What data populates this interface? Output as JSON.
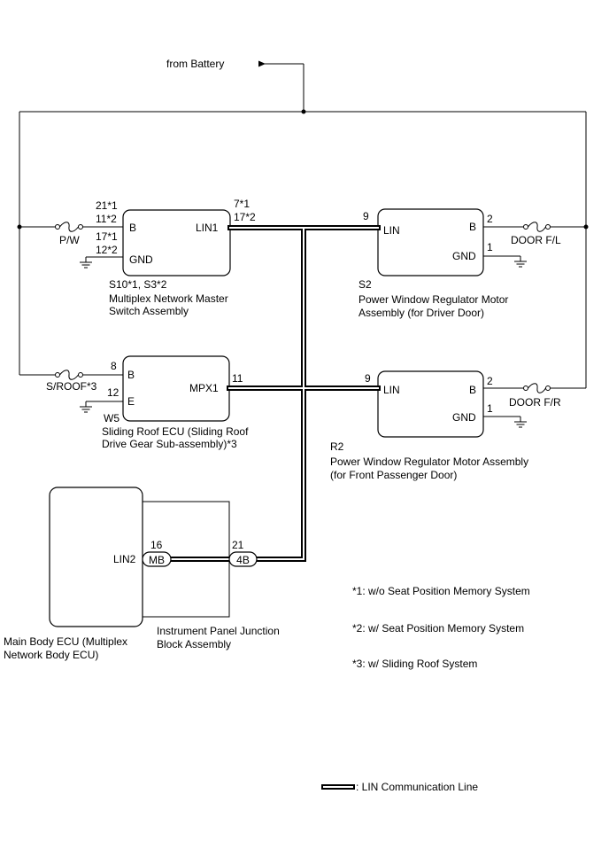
{
  "battery": {
    "label": "from Battery"
  },
  "master_switch": {
    "pin_b": "B",
    "pin_gnd": "GND",
    "pin_lin1": "LIN1",
    "b_pin_no_1": "21*1",
    "b_pin_no_2": "11*2",
    "gnd_pin_no_1": "17*1",
    "gnd_pin_no_2": "12*2",
    "lin_pin_no_1": "7*1",
    "lin_pin_no_2": "17*2",
    "fuse": "P/W",
    "code": "S10*1, S3*2",
    "name_line1": "Multiplex Network Master",
    "name_line2": "Switch Assembly"
  },
  "driver_motor": {
    "pin_lin": "LIN",
    "pin_b": "B",
    "pin_gnd": "GND",
    "lin_pin_no": "9",
    "b_pin_no": "2",
    "gnd_pin_no": "1",
    "fuse": "DOOR F/L",
    "code": "S2",
    "name_line1": "Power Window Regulator Motor",
    "name_line2": "Assembly (for Driver Door)"
  },
  "sliding_roof": {
    "pin_b": "B",
    "pin_e": "E",
    "pin_mpx1": "MPX1",
    "b_pin_no": "8",
    "e_pin_no": "12",
    "mpx_pin_no": "11",
    "fuse": "S/ROOF*3",
    "code": "W5",
    "name_line1": "Sliding Roof ECU (Sliding Roof",
    "name_line2": "Drive Gear Sub-assembly)*3"
  },
  "passenger_motor": {
    "pin_lin": "LIN",
    "pin_b": "B",
    "pin_gnd": "GND",
    "lin_pin_no": "9",
    "b_pin_no": "2",
    "gnd_pin_no": "1",
    "fuse": "DOOR F/R",
    "code": "R2",
    "name_line1": "Power Window Regulator Motor Assembly",
    "name_line2": "(for Front Passenger Door)"
  },
  "main_body": {
    "pin_lin2": "LIN2",
    "connector_mb": "MB",
    "connector_4b": "4B",
    "mb_pin_no": "16",
    "fb_pin_no": "21",
    "name_line1": "Main Body ECU (Multiplex",
    "name_line2": "Network Body ECU)",
    "junction_line1": "Instrument Panel Junction",
    "junction_line2": "Block Assembly"
  },
  "notes": [
    "*1: w/o Seat Position Memory System",
    "*2: w/ Seat Position Memory System",
    "*3: w/ Sliding Roof System"
  ],
  "legend": {
    "label": ": LIN Communication Line"
  }
}
